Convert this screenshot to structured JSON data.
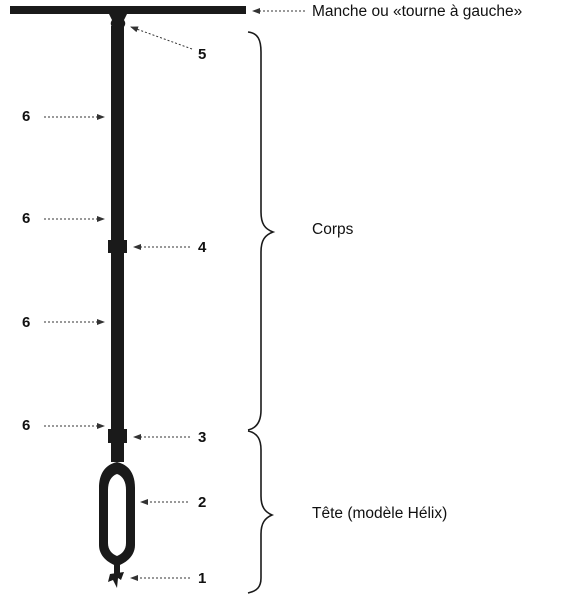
{
  "labels": {
    "handle": "Manche ou  «tourne à gauche»",
    "body": "Corps",
    "head": "Tête (modèle Hélix)"
  },
  "callouts": {
    "n1": "1",
    "n2": "2",
    "n3": "3",
    "n4": "4",
    "n5": "5",
    "n6a": "6",
    "n6b": "6",
    "n6c": "6",
    "n6d": "6"
  },
  "colors": {
    "ink": "#1a1a1a",
    "arrow": "#555555"
  }
}
